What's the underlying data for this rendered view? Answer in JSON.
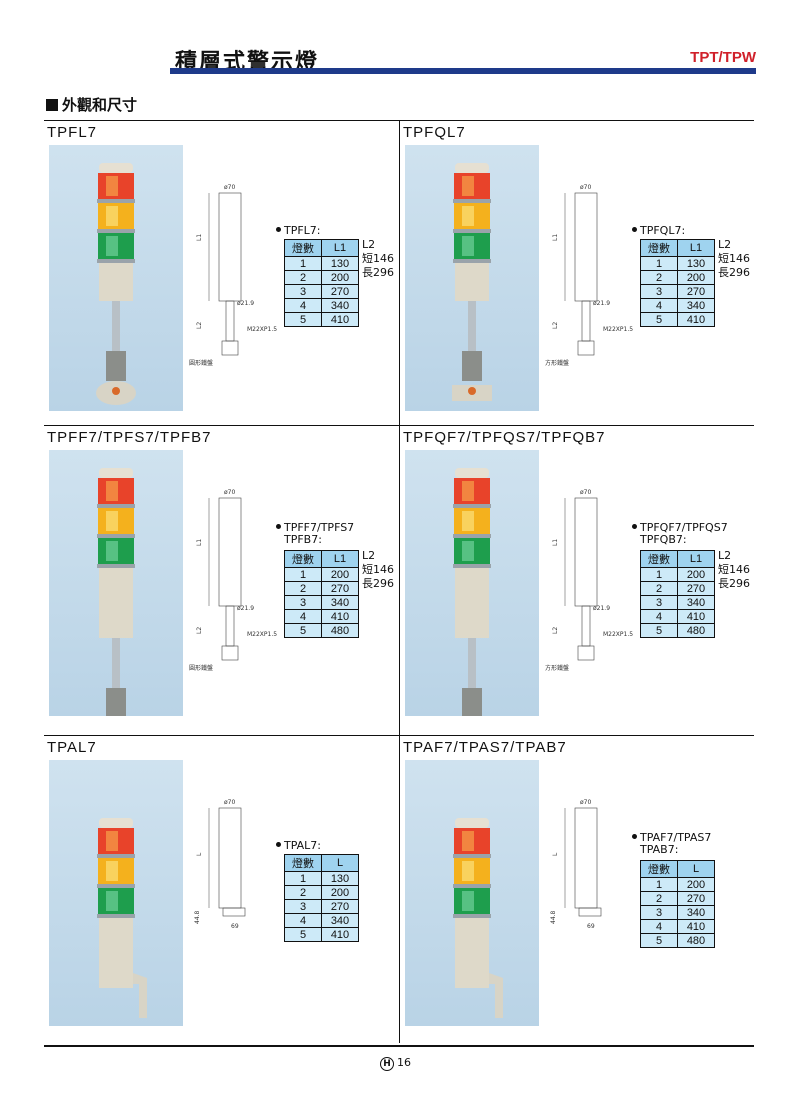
{
  "header": {
    "title": "積層式警示燈",
    "series_code": "TPT/TPW",
    "bar_color": "#1e3a8a",
    "code_color": "#d0202a"
  },
  "section": {
    "title": "外觀和尺寸"
  },
  "footer": {
    "logo_letter": "H",
    "page_number": "16"
  },
  "models": [
    {
      "title": "TPFL7",
      "spec_label": "TPFL7:",
      "columns": [
        "燈數",
        "L1"
      ],
      "rows": [
        [
          "1",
          "130"
        ],
        [
          "2",
          "200"
        ],
        [
          "3",
          "270"
        ],
        [
          "4",
          "340"
        ],
        [
          "5",
          "410"
        ]
      ],
      "extra_head": "L2",
      "extra_lines": [
        "短146",
        "長296"
      ],
      "base": "round",
      "base_label": "圓形鐵盤",
      "dims": {
        "top": "ø70",
        "side1": "L1",
        "side2": "L2",
        "pipe": "ø21.9",
        "thread": "M22XP1.5"
      }
    },
    {
      "title": "TPFQL7",
      "spec_label": "TPFQL7:",
      "columns": [
        "燈數",
        "L1"
      ],
      "rows": [
        [
          "1",
          "130"
        ],
        [
          "2",
          "200"
        ],
        [
          "3",
          "270"
        ],
        [
          "4",
          "340"
        ],
        [
          "5",
          "410"
        ]
      ],
      "extra_head": "L2",
      "extra_lines": [
        "短146",
        "長296"
      ],
      "base": "square",
      "base_label": "方形鐵盤",
      "dims": {
        "top": "ø70",
        "side1": "L1",
        "side2": "L2",
        "pipe": "ø21.9",
        "thread": "M22XP1.5"
      }
    },
    {
      "title": "TPFF7/TPFS7/TPFB7",
      "spec_label": "TPFF7/TPFS7",
      "spec_label2": "TPFB7:",
      "columns": [
        "燈數",
        "L1"
      ],
      "rows": [
        [
          "1",
          "200"
        ],
        [
          "2",
          "270"
        ],
        [
          "3",
          "340"
        ],
        [
          "4",
          "410"
        ],
        [
          "5",
          "480"
        ]
      ],
      "extra_head": "L2",
      "extra_lines": [
        "短146",
        "長296"
      ],
      "base": "round",
      "base_label": "圓形鐵盤",
      "dims": {
        "top": "ø70",
        "side1": "L1",
        "side2": "L2",
        "pipe": "ø21.9",
        "thread": "M22XP1.5"
      }
    },
    {
      "title": "TPFQF7/TPFQS7/TPFQB7",
      "spec_label": "TPFQF7/TPFQS7",
      "spec_label2": "TPFQB7:",
      "columns": [
        "燈數",
        "L1"
      ],
      "rows": [
        [
          "1",
          "200"
        ],
        [
          "2",
          "270"
        ],
        [
          "3",
          "340"
        ],
        [
          "4",
          "410"
        ],
        [
          "5",
          "480"
        ]
      ],
      "extra_head": "L2",
      "extra_lines": [
        "短146",
        "長296"
      ],
      "base": "square",
      "base_label": "方形鐵盤",
      "dims": {
        "top": "ø70",
        "side1": "L1",
        "side2": "L2",
        "pipe": "ø21.9",
        "thread": "M22XP1.5"
      }
    },
    {
      "title": "TPAL7",
      "spec_label": "TPAL7:",
      "columns": [
        "燈數",
        "L"
      ],
      "rows": [
        [
          "1",
          "130"
        ],
        [
          "2",
          "200"
        ],
        [
          "3",
          "270"
        ],
        [
          "4",
          "340"
        ],
        [
          "5",
          "410"
        ]
      ],
      "base": "bracket",
      "dims": {
        "top": "ø70",
        "side1": "L",
        "side2": "44.8",
        "bottom": "69"
      }
    },
    {
      "title": "TPAF7/TPAS7/TPAB7",
      "spec_label": "TPAF7/TPAS7",
      "spec_label2": "TPAB7:",
      "columns": [
        "燈數",
        "L"
      ],
      "rows": [
        [
          "1",
          "200"
        ],
        [
          "2",
          "270"
        ],
        [
          "3",
          "340"
        ],
        [
          "4",
          "410"
        ],
        [
          "5",
          "480"
        ]
      ],
      "base": "bracket",
      "dims": {
        "top": "ø70",
        "side1": "L",
        "side2": "44.8",
        "bottom": "69"
      }
    }
  ]
}
